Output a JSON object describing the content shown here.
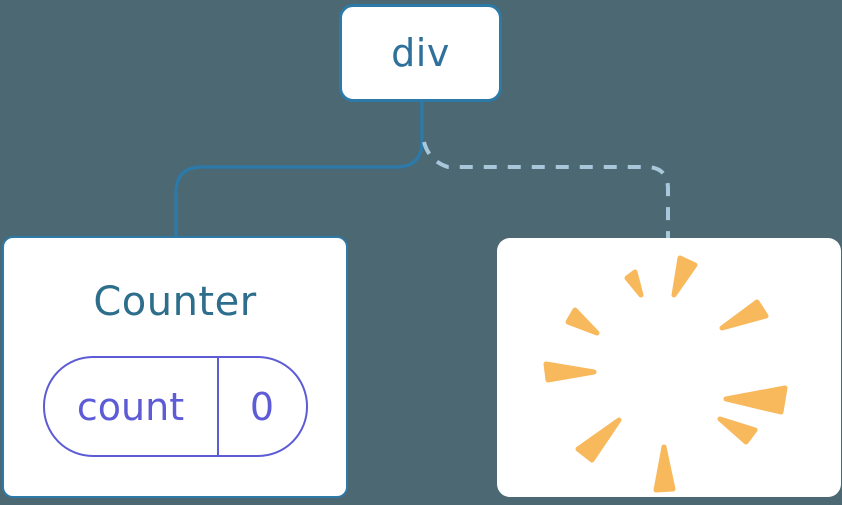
{
  "diagram": {
    "description": "component tree: div parent with Counter child kept and second child removed (poof)"
  },
  "tree": {
    "root": {
      "label": "div"
    },
    "children": {
      "counter": {
        "title": "Counter",
        "state": {
          "key": "count",
          "value": "0"
        }
      },
      "removed": {
        "icon": "poof-burst"
      }
    }
  },
  "colors": {
    "background": "#4C6872",
    "node-bg": "#FFFFFF",
    "node-border": "#2D79A7",
    "root-label-color": "#30719B",
    "component-title-color": "#2D6E8C",
    "state-accent": "#5D5BD5",
    "dashed-line": "#A9C7DA",
    "poof-color": "#F8B85C"
  }
}
